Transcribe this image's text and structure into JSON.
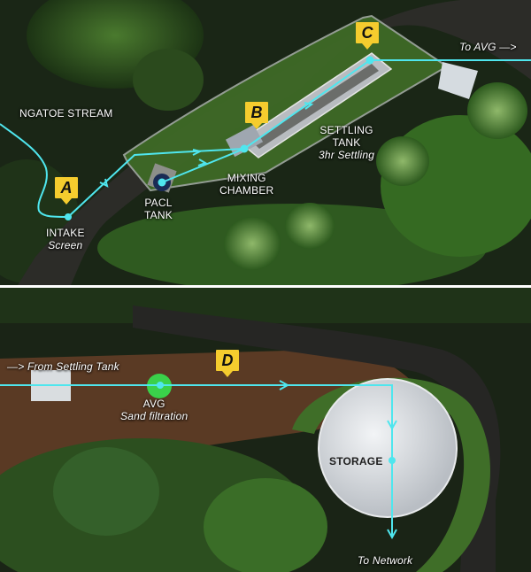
{
  "colors": {
    "flow_line": "#4fe6ee",
    "marker_fill": "#f5cc2e",
    "marker_text": "#111111",
    "divider": "#ffffff",
    "label_text": "#ffffff"
  },
  "top_panel": {
    "stream_label": "NGATOE STREAM",
    "outflow_label": "To AVG —>",
    "stations": [
      {
        "id": "intake",
        "marker": "A",
        "title": "INTAKE",
        "subtitle": "Screen"
      },
      {
        "id": "pacl",
        "title": "PACL",
        "subtitle_line2": "TANK"
      },
      {
        "id": "mixing",
        "marker": "B",
        "title": "MIXING",
        "subtitle_line2": "CHAMBER"
      },
      {
        "id": "settling",
        "marker": "C",
        "title": "SETTLING",
        "subtitle_line2": "TANK",
        "subtitle": "3hr Settling"
      }
    ]
  },
  "bottom_panel": {
    "inflow_label": "—> From Settling Tank",
    "outflow_label": "To Network",
    "stations": [
      {
        "id": "avg",
        "title": "AVG",
        "subtitle": "Sand filtration"
      },
      {
        "id": "segment_d",
        "marker": "D"
      },
      {
        "id": "storage",
        "title": "STORAGE"
      }
    ]
  }
}
